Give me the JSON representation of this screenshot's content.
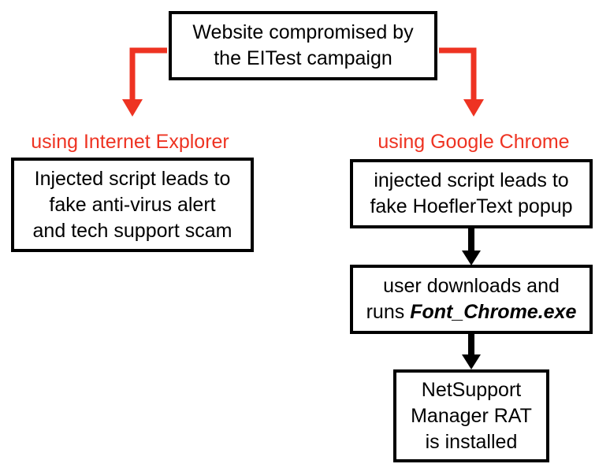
{
  "colors": {
    "branch": "#ee3322",
    "flow": "#000000"
  },
  "top_box": {
    "line1": "Website compromised by",
    "line2": "the EITest campaign"
  },
  "left_branch": {
    "label": "using Internet Explorer",
    "box": {
      "line1": "Injected script leads to",
      "line2": "fake anti-virus alert",
      "line3": "and tech support scam"
    }
  },
  "right_branch": {
    "label": "using Google Chrome",
    "step1": {
      "line1": "injected script leads to",
      "line2": "fake HoeflerText popup"
    },
    "step2": {
      "line1": "user downloads and",
      "line2_prefix": "runs ",
      "line2_emphasis": "Font_Chrome.exe"
    },
    "step3": {
      "line1": "NetSupport",
      "line2": "Manager RAT",
      "line3": "is installed"
    }
  }
}
